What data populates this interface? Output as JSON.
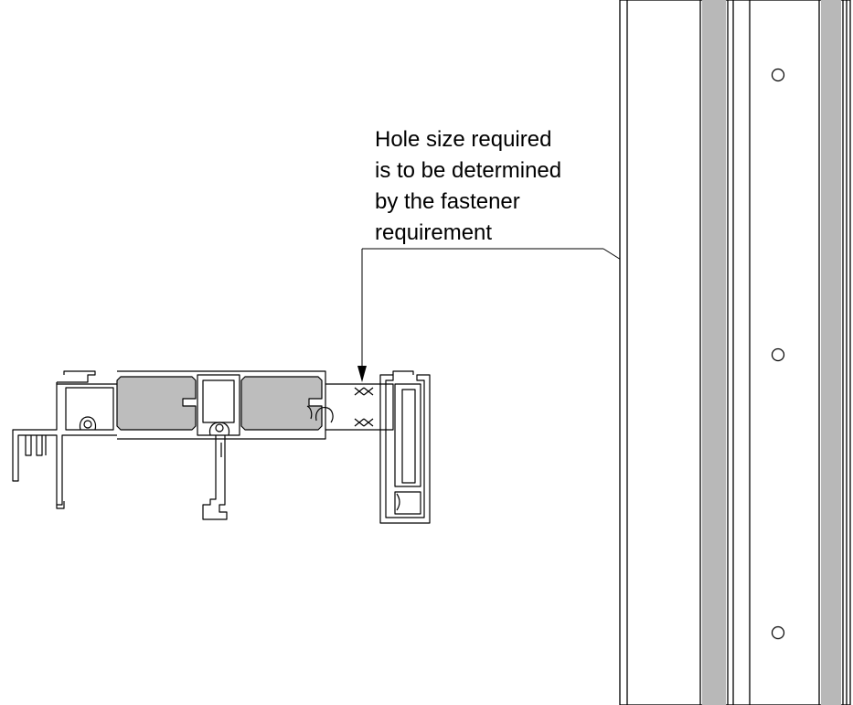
{
  "callout": {
    "lines": [
      "Hole size required",
      "is to be determined",
      "by the fastener",
      "requirement"
    ]
  },
  "colors": {
    "background": "#ffffff",
    "line": "#000000",
    "thermal_break_fill": "#bdbdbd",
    "jamb_strip_fill": "#b8b8b8"
  },
  "elements": {
    "profile": "window-frame-section",
    "elevation": "frame-elevation",
    "holes": [
      "fastener-hole-top",
      "fastener-hole-middle",
      "fastener-hole-bottom"
    ]
  }
}
